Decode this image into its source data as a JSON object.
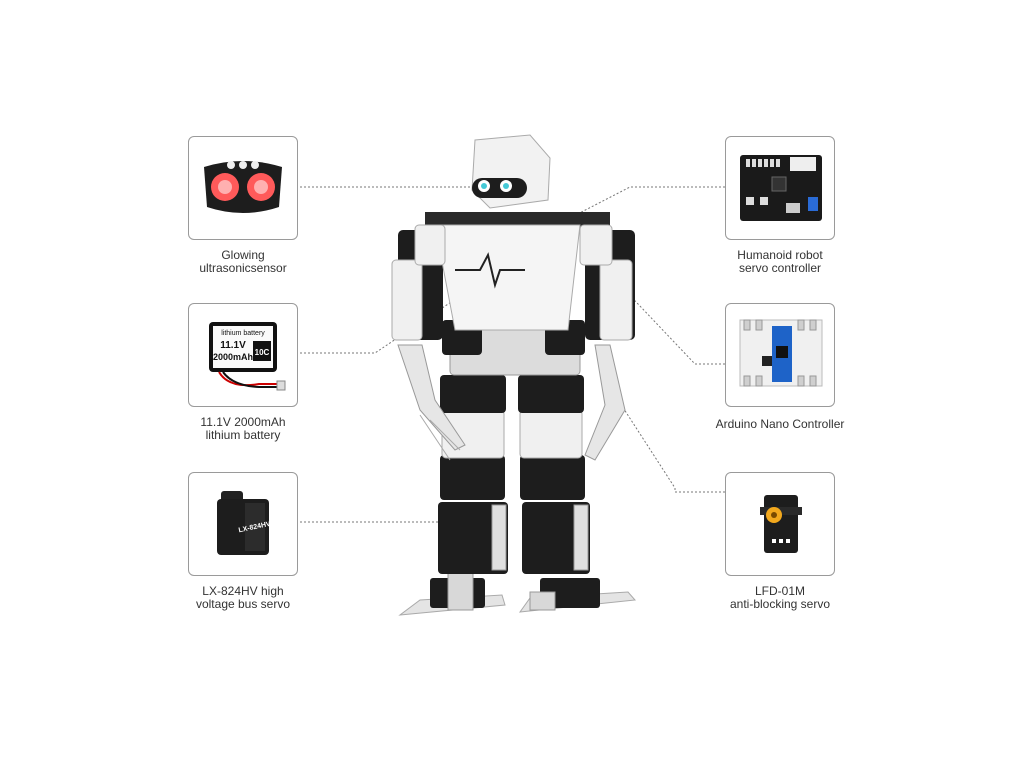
{
  "components": [
    {
      "id": "sensor",
      "icon": "ultrasonic-sensor-icon",
      "label_lines": [
        "Glowing",
        "ultrasonicsensor"
      ]
    },
    {
      "id": "battery",
      "icon": "lithium-battery-icon",
      "label_lines": [
        "11.1V 2000mAh",
        "lithium battery"
      ],
      "product_text": {
        "line1": "lithium battery",
        "line2": "11.1V",
        "line3": "2000mAh",
        "badge": "10C"
      }
    },
    {
      "id": "servo-left",
      "icon": "bus-servo-icon",
      "label_lines": [
        "LX-824HV high",
        "voltage bus servo"
      ],
      "product_text": {
        "model": "LX-824HV"
      }
    },
    {
      "id": "controller",
      "icon": "servo-controller-board-icon",
      "label_lines": [
        "Humanoid robot",
        "servo controller"
      ]
    },
    {
      "id": "nano",
      "icon": "arduino-nano-icon",
      "label_lines": [
        "Arduino Nano Controller"
      ]
    },
    {
      "id": "servo-right",
      "icon": "anti-blocking-servo-icon",
      "label_lines": [
        "LFD-01M",
        "anti-blocking servo"
      ]
    }
  ],
  "colors": {
    "frame_border": "#9a9a9a",
    "leader_line": "#777777",
    "marker": "#3fd0d0",
    "robot_white": "#f2f2f2",
    "robot_black": "#1d1d1d"
  }
}
